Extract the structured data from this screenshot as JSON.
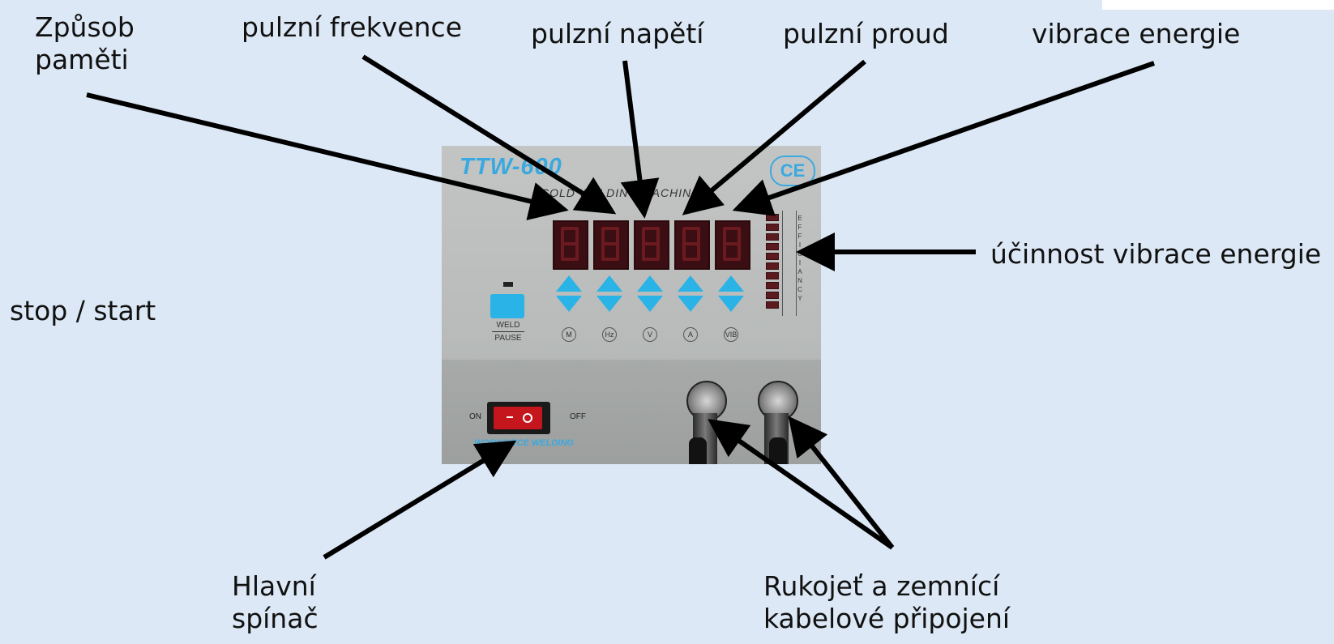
{
  "labels": {
    "memory_mode": [
      "Způsob",
      "paměti"
    ],
    "pulse_frequency": "pulzní frekvence",
    "pulse_voltage": "pulzní napětí",
    "pulse_current": "pulzní proud",
    "vibration_energy": "vibrace energie",
    "vibration_efficiency": "účinnost vibrace energie",
    "stop_start": "stop / start",
    "main_switch": [
      "Hlavní",
      "spínač"
    ],
    "cable_connection": [
      "Rukojeť a zemnící",
      "kabelové připojení"
    ]
  },
  "machine": {
    "brand": "TTW-600",
    "subtitle": "COLD WELDING MACHINE",
    "ce_mark": "CE",
    "weld_label": "WELD",
    "pause_label": "PAUSE",
    "units": [
      "M",
      "Hz",
      "V",
      "A",
      "VIB"
    ],
    "efficiency_letters": [
      "E",
      "F",
      "F",
      "I",
      "C",
      "I",
      "A",
      "N",
      "C",
      "Y"
    ],
    "on_label": "ON",
    "off_label": "OFF",
    "bottom_text": "WORKPIECE WELDING"
  },
  "colors": {
    "background": "#dce8f5",
    "arrow": "#000000",
    "button_blue": "#2ab3e6",
    "display_red": "#3a0e12"
  }
}
